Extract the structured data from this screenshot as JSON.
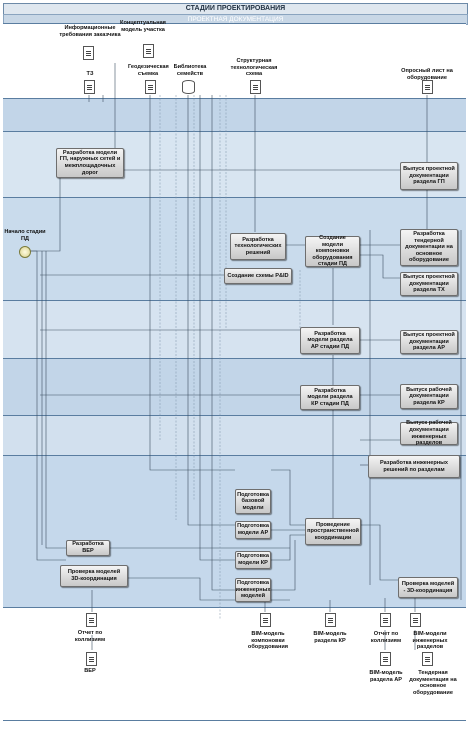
{
  "header": {
    "title": "СТАДИИ ПРОЕКТИРОВАНИЯ",
    "subtitle": "ПРОЕКТНАЯ ДОКУМЕНТАЦИЯ"
  },
  "start_event": "Начало стадии ПД",
  "inputs": {
    "info": "Информационные требования заказчика",
    "concept": "Концептуальная модель участка",
    "tz": "ТЗ",
    "geodesy": "Геодезическая съемка",
    "library": "Библиотека семейств",
    "structure": "Структурная технологическая схема",
    "survey": "Опросный лист на оборудование"
  },
  "tasks": {
    "gp": "Разработка модели ГП, наружных сетей и межплощадочных дорог",
    "issue_gp": "Выпуск проектной документации раздела ГП",
    "tech": "Разработка технологических решений",
    "layout": "Создание модели компоновки оборудования стадии ПД",
    "tender": "Разработка тендерной документации на основное оборудование",
    "pid": "Создание схемы P&ID",
    "issue_tx": "Выпуск проектной документации раздела ТХ",
    "ar": "Разработка модели раздела АР стадии ПД",
    "issue_ar": "Выпуск проектной документации раздела АР",
    "kr": "Разработка модели раздела КР стадии ПД",
    "issue_kr": "Выпуск рабочей документации раздела КР",
    "issue_eng": "Выпуск рабочей документации инженерных разделов",
    "eng": "Разработка инженерных решений по разделам",
    "prep_base": "Подготовка базовой модели",
    "prep_ar": "Подготовка модели АР",
    "prep_kr": "Подготовка модели КР",
    "prep_eng": "Подготовка инженерных моделей",
    "coord": "Проведение пространственной координации",
    "bep": "Разработка BEP",
    "check3d": "Проверка моделей 3D-координация",
    "check3d_right": "Проверка моделей - 3D-координация"
  },
  "outputs": {
    "clash_left": "Отчет по коллизиям",
    "bep_doc": "BEP",
    "bim_layout": "BIM-модель компоновки оборудования",
    "bim_kr": "BIM-модель раздела КР",
    "clash_right": "Отчет по коллизиям",
    "bim_eng": "BIM-модели инженерных разделов",
    "bim_ar": "BIM-модель раздела АР",
    "tender_doc": "Тендерная документация на основное оборудование"
  }
}
